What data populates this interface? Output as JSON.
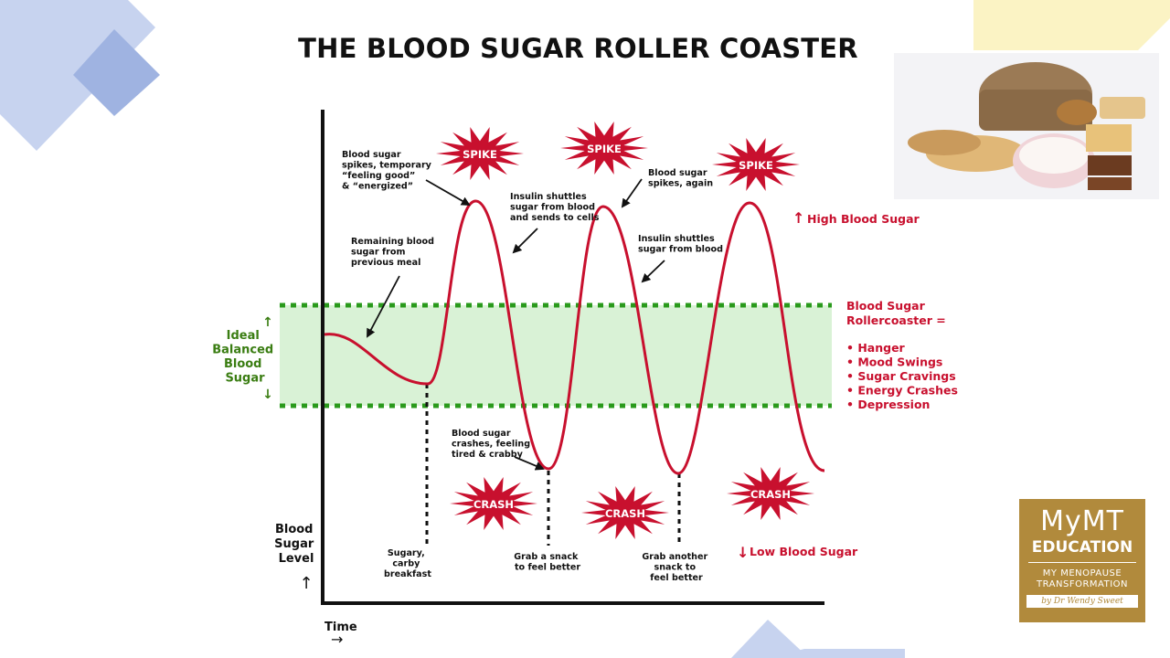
{
  "title": "THE BLOOD SUGAR ROLLER COASTER",
  "axes": {
    "y_label": [
      "Blood",
      "Sugar",
      "Level"
    ],
    "x_label": "Time"
  },
  "ideal_zone": {
    "label": [
      "Ideal",
      "Balanced",
      "Blood",
      "Sugar"
    ],
    "color": "#3a7d12",
    "fill": "#d9f2d6"
  },
  "bursts": {
    "spike": [
      "SPIKE",
      "SPIKE",
      "SPIKE"
    ],
    "crash": [
      "CRASH",
      "CRASH",
      "CRASH"
    ],
    "color": "#c8102e"
  },
  "annotations": {
    "remaining": [
      "Remaining blood",
      "sugar from",
      "previous meal"
    ],
    "spikes_first": [
      "Blood sugar",
      "spikes, temporary",
      "“feeling good”",
      "& “energized”"
    ],
    "insulin_first": [
      "Insulin shuttles",
      "sugar from blood",
      "and sends to cells"
    ],
    "spikes_again": [
      "Blood sugar",
      "spikes, again"
    ],
    "insulin_second": [
      "Insulin shuttles",
      "sugar from blood"
    ],
    "crashes": [
      "Blood sugar",
      "crashes, feeling",
      "tired & crabby"
    ],
    "breakfast": [
      "Sugary,",
      "carby",
      "breakfast"
    ],
    "snack": [
      "Grab a snack",
      "to feel better"
    ],
    "another_snack": [
      "Grab another",
      "snack to",
      "feel better"
    ]
  },
  "side": {
    "high": "High Blood Sugar",
    "low": "Low Blood Sugar",
    "rollercoaster_title": [
      "Blood Sugar",
      "Rollercoaster ="
    ],
    "effects": [
      "• Hanger",
      "• Mood Swings",
      "• Sugar Cravings",
      "• Energy Crashes",
      "• Depression"
    ]
  },
  "logo": {
    "line1": "MyMT",
    "line2": "EDUCATION",
    "line3": "MY MENOPAUSE",
    "line4": "TRANSFORMATION",
    "line5": "by Dr Wendy Sweet"
  },
  "images": [
    "bread-and-pastries-photo"
  ]
}
